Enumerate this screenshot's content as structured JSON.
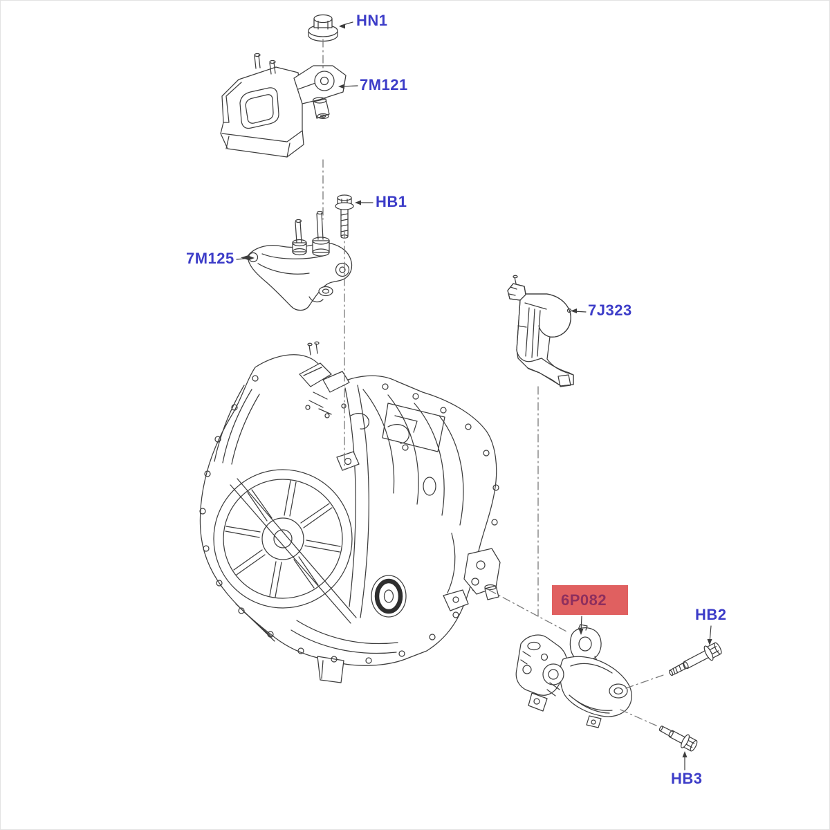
{
  "page": {
    "background": "#ffffff",
    "border_color": "#e2e2e2"
  },
  "diagram": {
    "description": "Exploded parts diagram of transaxle / transmission mounting",
    "line_color": "#3d3d3d",
    "centerline_color": "#7a7a7a",
    "callout_color": "#3c3cc8",
    "highlight": {
      "background": "#e06060",
      "text_color": "#8e2f5e"
    },
    "labels": {
      "hn1": {
        "text": "HN1",
        "highlighted": false
      },
      "m7121": {
        "text": "7M121",
        "highlighted": false
      },
      "hb1": {
        "text": "HB1",
        "highlighted": false
      },
      "m7125": {
        "text": "7M125",
        "highlighted": false
      },
      "j7323": {
        "text": "7J323",
        "highlighted": false
      },
      "p6082": {
        "text": "6P082",
        "highlighted": true
      },
      "hb2": {
        "text": "HB2",
        "highlighted": false
      },
      "hb3": {
        "text": "HB3",
        "highlighted": false
      }
    }
  }
}
